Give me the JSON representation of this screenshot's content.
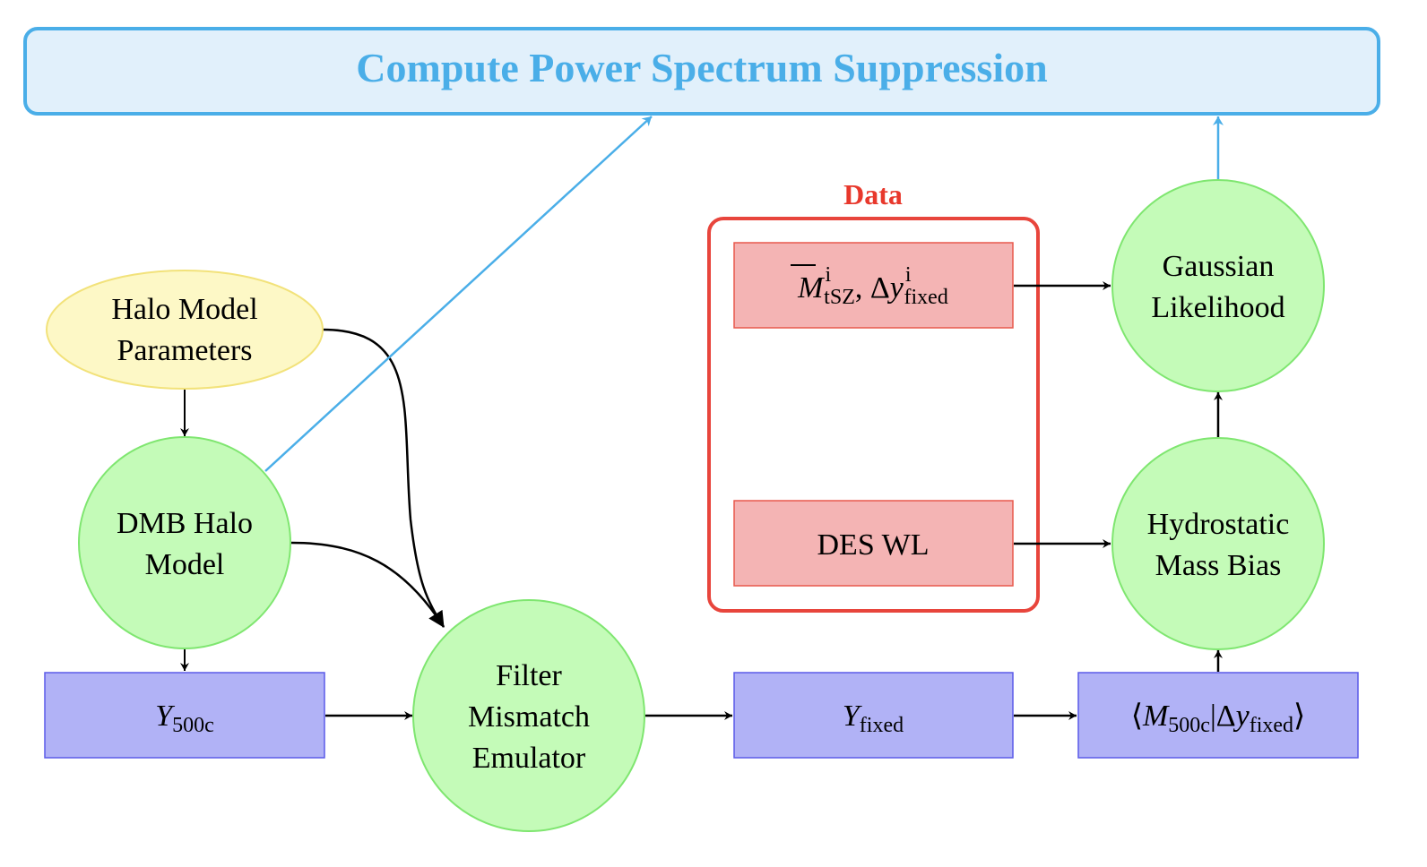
{
  "title": "Compute Power Spectrum Suppression",
  "data_group_label": "Data",
  "colors": {
    "title_fill": "#e1f0fb",
    "title_stroke": "#4aaee8",
    "param_fill": "#fdf8c6",
    "param_stroke": "#f2e27a",
    "process_fill": "#c4fbb8",
    "process_stroke": "#7fe670",
    "quantity_fill": "#b1b2f6",
    "quantity_stroke": "#5a5ae8",
    "data_fill": "#f4b4b4",
    "data_stroke": "#e8584c",
    "data_group_stroke": "#e8453c"
  },
  "nodes": {
    "halo_params": {
      "line1": "Halo Model",
      "line2": "Parameters"
    },
    "dmb_model": {
      "line1": "DMB Halo",
      "line2": "Model"
    },
    "filter_emulator": {
      "line1": "Filter",
      "line2": "Mismatch",
      "line3": "Emulator"
    },
    "gaussian_likelihood": {
      "line1": "Gaussian",
      "line2": "Likelihood"
    },
    "hydrostatic_bias": {
      "line1": "Hydrostatic",
      "line2": "Mass Bias"
    },
    "y500c": {
      "main": "Y",
      "sub": "500c"
    },
    "yfixed": {
      "main": "Y",
      "sub": "fixed"
    },
    "conditional_mass": {
      "open": "⟨",
      "m": "M",
      "m_sub": "500c",
      "bar": "|Δ",
      "y": "y",
      "y_sub": "fixed",
      "close": "⟩"
    },
    "mtsz_data": {
      "m": "M",
      "m_sup": "i",
      "m_sub": "tSZ",
      "sep": ", Δ",
      "y": "y",
      "y_sup": "i",
      "y_sub": "fixed"
    },
    "des_wl": {
      "label": "DES WL"
    }
  },
  "edges": [
    {
      "from": "Halo Model Parameters",
      "to": "DMB Halo Model"
    },
    {
      "from": "Halo Model Parameters",
      "to": "Filter Mismatch Emulator"
    },
    {
      "from": "DMB Halo Model",
      "to": "Filter Mismatch Emulator"
    },
    {
      "from": "DMB Halo Model",
      "to": "Y500c"
    },
    {
      "from": "DMB Halo Model",
      "to": "Compute Power Spectrum Suppression"
    },
    {
      "from": "Y500c",
      "to": "Filter Mismatch Emulator"
    },
    {
      "from": "Filter Mismatch Emulator",
      "to": "Yfixed"
    },
    {
      "from": "Yfixed",
      "to": "<M500c|Δyfixed>"
    },
    {
      "from": "<M500c|Δyfixed>",
      "to": "Hydrostatic Mass Bias"
    },
    {
      "from": "DES WL",
      "to": "Hydrostatic Mass Bias"
    },
    {
      "from": "M_tSZ, Δy_fixed",
      "to": "Gaussian Likelihood"
    },
    {
      "from": "Hydrostatic Mass Bias",
      "to": "Gaussian Likelihood"
    },
    {
      "from": "Gaussian Likelihood",
      "to": "Compute Power Spectrum Suppression"
    }
  ]
}
